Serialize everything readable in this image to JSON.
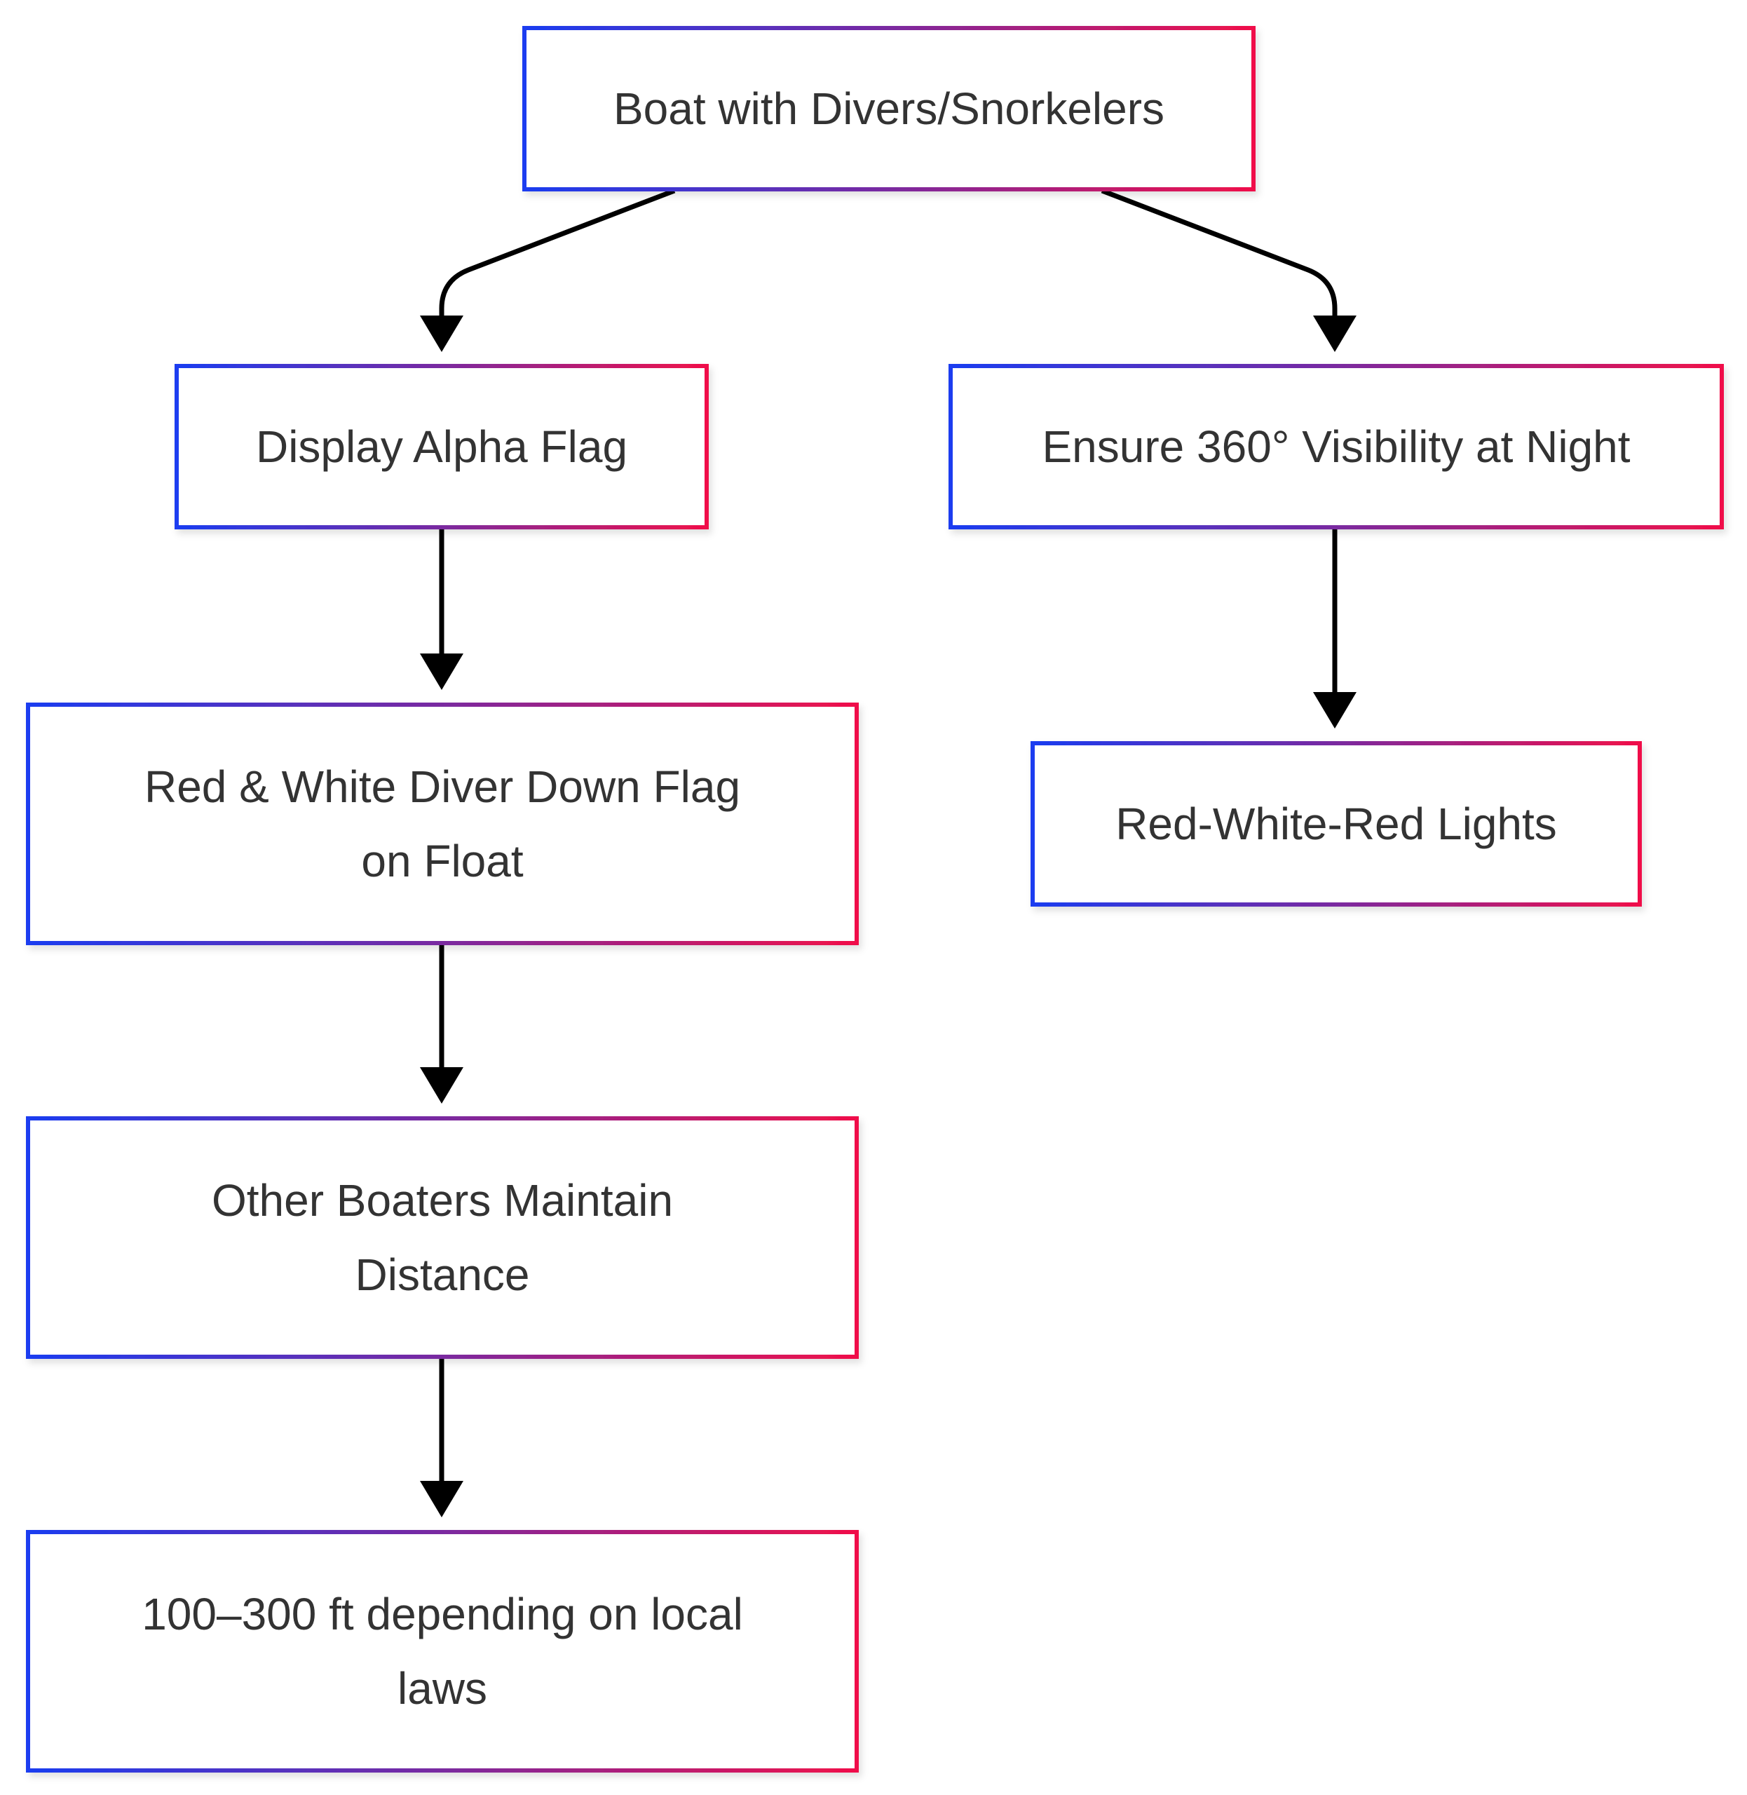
{
  "colors": {
    "border_start": "#1a3cf0",
    "border_mid": "#7a2aa0",
    "border_end": "#f0104a",
    "edge": "#000000",
    "text": "#333333"
  },
  "nodes": [
    {
      "id": "boat",
      "lines": [
        "Boat with Divers/Snorkelers"
      ]
    },
    {
      "id": "alpha",
      "lines": [
        "Display Alpha Flag"
      ]
    },
    {
      "id": "night",
      "lines": [
        "Ensure 360° Visibility at Night"
      ]
    },
    {
      "id": "diver",
      "lines": [
        "Red & White Diver Down Flag",
        "on Float"
      ]
    },
    {
      "id": "lights",
      "lines": [
        "Red-White-Red Lights"
      ]
    },
    {
      "id": "boaters",
      "lines": [
        "Other Boaters Maintain",
        "Distance"
      ]
    },
    {
      "id": "distance",
      "lines": [
        "100–300 ft depending on local",
        "laws"
      ]
    }
  ],
  "edges": [
    {
      "from": "boat",
      "to": "alpha"
    },
    {
      "from": "boat",
      "to": "night"
    },
    {
      "from": "alpha",
      "to": "diver"
    },
    {
      "from": "night",
      "to": "lights"
    },
    {
      "from": "diver",
      "to": "boaters"
    },
    {
      "from": "boaters",
      "to": "distance"
    }
  ]
}
